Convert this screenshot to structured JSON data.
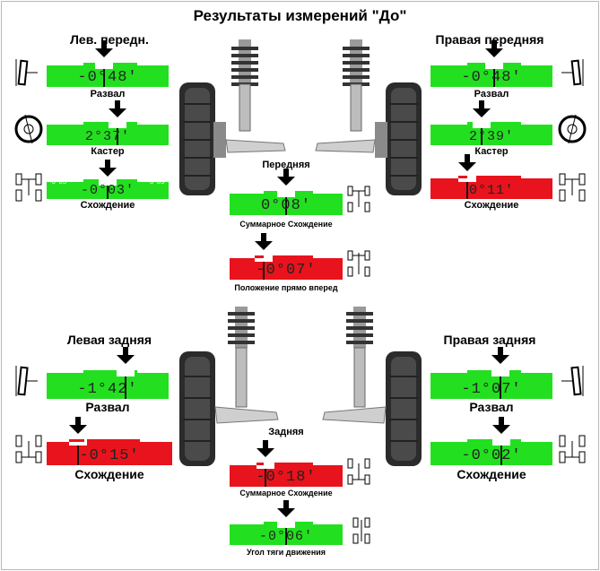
{
  "title": "Результаты измерений \"До\"",
  "front_left": {
    "header": "Лев. передн.",
    "camber": {
      "label": "Развал",
      "min": "-0°10'",
      "max": "-1°40'",
      "value": "-0°48'",
      "status": "ok"
    },
    "caster": {
      "label": "Кастер",
      "min": "3°45'",
      "max": "2°15'",
      "value": "2°37'",
      "status": "ok"
    },
    "toe": {
      "label": "Схождение",
      "min": "-0°05'",
      "max": "0°05'",
      "value": "-0°03'",
      "status": "ok"
    }
  },
  "front_right": {
    "header": "Правая передняя",
    "camber": {
      "label": "Развал",
      "min": "-1°40'",
      "max": "-0°10'",
      "value": "-0°48'",
      "status": "ok"
    },
    "caster": {
      "label": "Кастер",
      "min": "2°15'",
      "max": "3°45'",
      "value": "2°39'",
      "status": "ok"
    },
    "toe": {
      "label": "Схождение",
      "min": "0°05'",
      "max": "-0°5'",
      "value": "0°11'",
      "status": "bad"
    }
  },
  "front_center": {
    "axle_label": "Передняя",
    "total_toe": {
      "label": "Суммарное Схождение",
      "min": "-0°10'",
      "max": "0°10'",
      "value": "0°08'",
      "status": "ok"
    },
    "straight_ahead": {
      "label": "Положение прямо вперед",
      "min": "-0°03'",
      "max": "0°03'",
      "value": "-0°07'",
      "status": "bad"
    }
  },
  "rear_left": {
    "header": "Левая задняя",
    "camber": {
      "label": "Развал",
      "min": "-0°50'",
      "max": "-1°50'",
      "value": "-1°42'",
      "status": "ok"
    },
    "toe": {
      "label": "Схождение",
      "min": "-0°06'",
      "max": "0°19'",
      "value": "-0°15'",
      "status": "bad"
    }
  },
  "rear_right": {
    "header": "Правая задняя",
    "camber": {
      "label": "Развал",
      "min": "-1°50'",
      "max": "-0°50'",
      "value": "-1°07'",
      "status": "ok"
    },
    "toe": {
      "label": "Схождение",
      "min": "0°19'",
      "max": "-0°06'",
      "value": "-0°02'",
      "status": "ok"
    }
  },
  "rear_center": {
    "axle_label": "Задняя",
    "total_toe": {
      "label": "Суммарное Схождение",
      "min": "-0°12'",
      "max": "0°38'",
      "value": "-0°18'",
      "status": "bad"
    },
    "thrust_angle": {
      "label": "Угол тяги движения",
      "min": "-0°13'",
      "max": "0°13'",
      "value": "-0°06'",
      "status": "ok"
    }
  },
  "colors": {
    "ok": "#22e01f",
    "bad": "#e8131c",
    "ok_dark": "#149a12",
    "bad_dark": "#a20b10"
  },
  "icons": [
    "camber-icon",
    "caster-icon",
    "toe-icon",
    "wheel-strut-assembly-icon"
  ]
}
